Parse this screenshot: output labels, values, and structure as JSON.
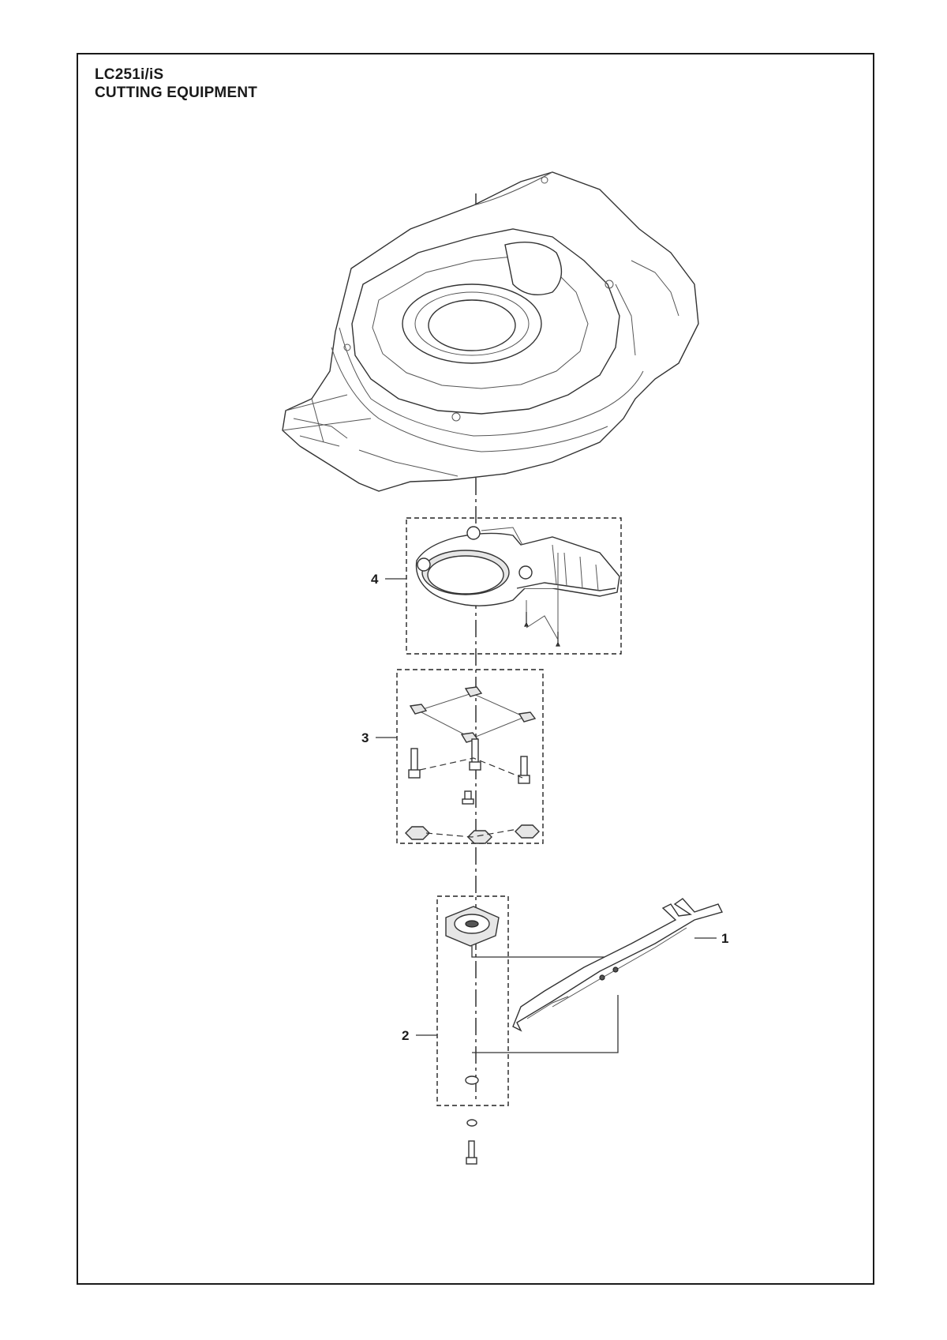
{
  "header": {
    "model": "LC251i/iS",
    "section": "CUTTING EQUIPMENT"
  },
  "callouts": [
    {
      "number": "1",
      "part": "blade"
    },
    {
      "number": "2",
      "part": "blade-holder-kit"
    },
    {
      "number": "3",
      "part": "fastener-kit"
    },
    {
      "number": "4",
      "part": "deflector"
    }
  ],
  "colors": {
    "line": "#333333",
    "frame": "#1a1a1a",
    "background": "#ffffff"
  }
}
